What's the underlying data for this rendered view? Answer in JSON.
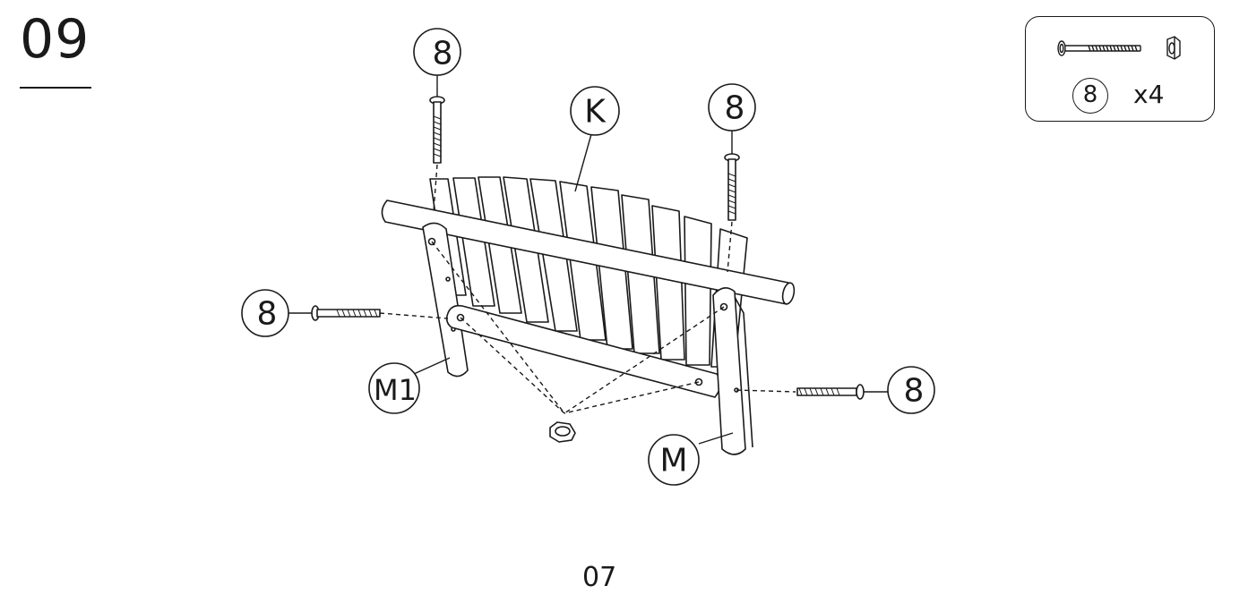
{
  "step": {
    "number": "09"
  },
  "page": {
    "number": "07"
  },
  "hardware": {
    "callout": "8",
    "quantity": "x4"
  },
  "callouts": {
    "bolt_top_left": "8",
    "bolt_top_right": "8",
    "bolt_left": "8",
    "bolt_right": "8",
    "backrest": "K",
    "left_arm": "M1",
    "right_arm": "M"
  }
}
